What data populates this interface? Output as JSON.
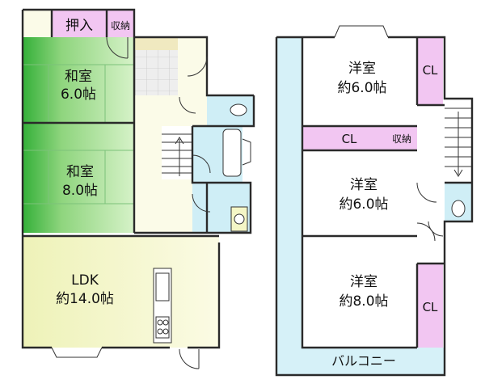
{
  "colors": {
    "tatami": "#9fd98b",
    "tatami_dark": "#3bb33f",
    "oshiire": "#f2c6f2",
    "closet": "#f2c6f2",
    "ldk_floor": "#f4f6c6",
    "yoshitsu_floor": "#f4f6c6",
    "bath": "#cfeef6",
    "balcony": "#d6f1f8",
    "entrance_tile": "#ececec",
    "cream": "#fbfbe8",
    "wall": "#2a2a2a"
  },
  "floor1": {
    "oshiire": "押入",
    "shuno": "収納",
    "washitsu_top": {
      "name": "和室",
      "size": "6.0帖"
    },
    "washitsu_bottom": {
      "name": "和室",
      "size": "8.0帖"
    },
    "ldk": {
      "name": "LDK",
      "size": "約14.0帖"
    }
  },
  "floor2": {
    "youshitsu_top": {
      "name": "洋室",
      "size": "約6.0帖"
    },
    "youshitsu_mid": {
      "name": "洋室",
      "size": "約6.0帖"
    },
    "youshitsu_bottom": {
      "name": "洋室",
      "size": "約8.0帖"
    },
    "cl_top_right": "CL",
    "cl_mid": "CL",
    "cl_bottom_right": "CL",
    "shuno": "収納",
    "balcony": "バルコニー"
  }
}
